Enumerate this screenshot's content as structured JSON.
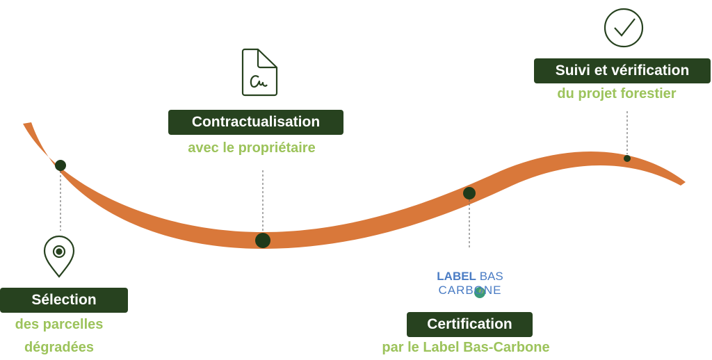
{
  "colors": {
    "curve": "#d9783a",
    "dark_green": "#27421f",
    "light_green": "#9cc35b"
  },
  "steps": [
    {
      "title": "Sélection",
      "lines": [
        "des parcelles",
        "dégradées"
      ],
      "icon": "location-pin-icon"
    },
    {
      "title": "Contractualisation",
      "lines": [
        "avec le propriétaire"
      ],
      "icon": "signed-document-icon"
    },
    {
      "title": "Certification",
      "lines": [
        "par le Label Bas-Carbone"
      ],
      "icon": "label-bas-carbone-logo"
    },
    {
      "title": "Suivi et vérification",
      "lines": [
        "du projet forestier"
      ],
      "icon": "check-circle-icon"
    }
  ],
  "logo": {
    "line1a": "LABEL",
    "line1b": "BAS",
    "line2": "CARBONE"
  }
}
